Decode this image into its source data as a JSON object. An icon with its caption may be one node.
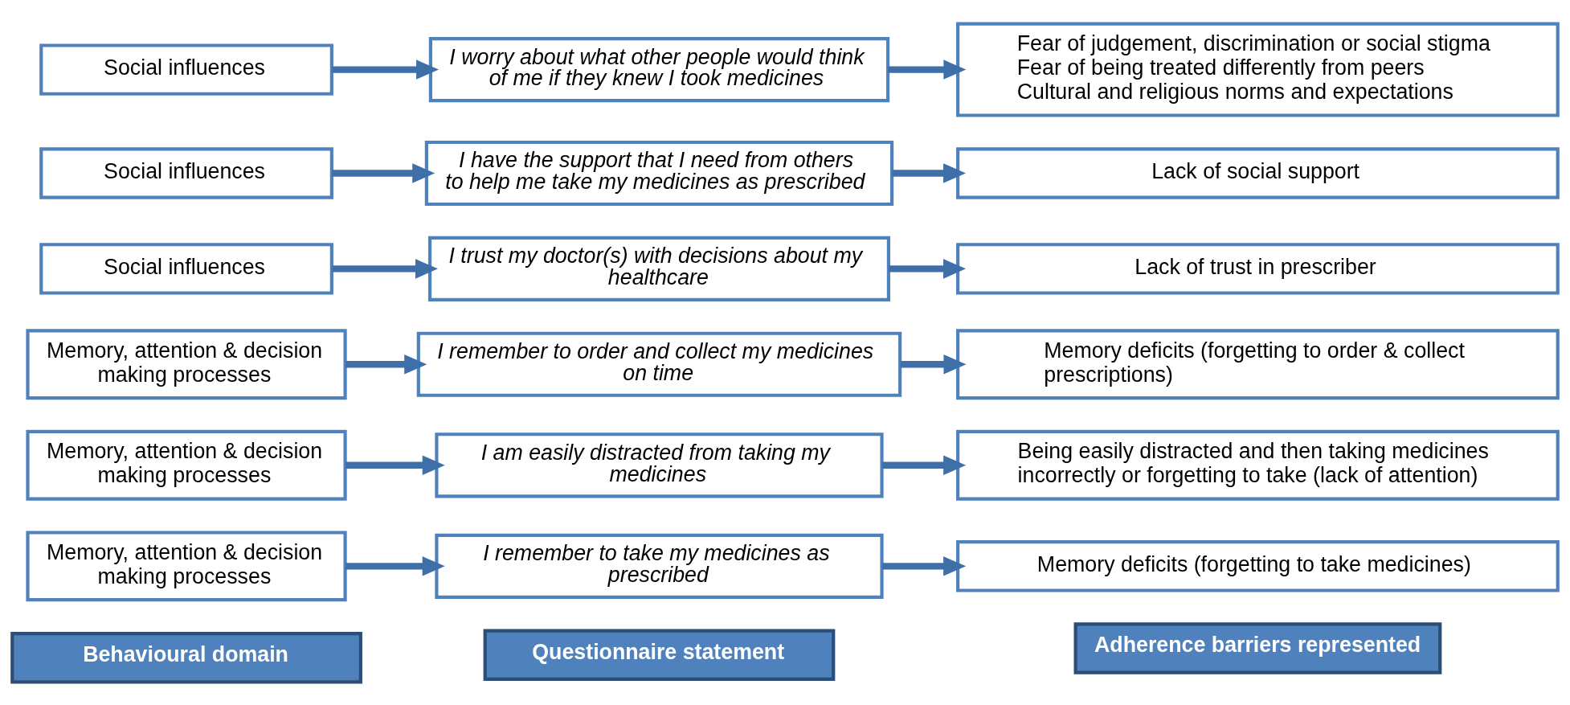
{
  "diagram": {
    "nodes": [
      {
        "text": [
          "Behavioural domain"
        ]
      },
      {
        "text": [
          "Questionnaire statement"
        ]
      },
      {
        "text": [
          "Adherence barriers represented"
        ]
      },
      {
        "text": [
          "Memory, attention & decision making processes"
        ]
      },
      {
        "text": [
          "I remember to take my medicines as prescribed"
        ]
      },
      {
        "text": [
          "Memory deficits (forgetting to take medicines)"
        ]
      },
      {
        "text": [
          "Memory, attention & decision making processes"
        ]
      },
      {
        "text": [
          "I am easily distracted from taking my medicines"
        ]
      },
      {
        "text": [
          "Being easily distracted and then taking medicines incorrectly or forgetting to take (lack of attention)"
        ]
      },
      {
        "text": [
          "Memory, attention & decision making processes"
        ]
      },
      {
        "text": [
          "I remember to order and collect my medicines on time"
        ]
      },
      {
        "text": [
          "Memory deficits (forgetting to order & collect prescriptions)"
        ]
      },
      {
        "text": [
          "Social influences"
        ]
      },
      {
        "text": [
          "I trust my doctor(s) with decisions about my healthcare"
        ]
      },
      {
        "text": [
          "Lack of trust in prescriber"
        ]
      },
      {
        "text": [
          "Social influences"
        ]
      },
      {
        "text": [
          "I have the support that I need from others to help me take my medicines as prescribed"
        ]
      },
      {
        "text": [
          "Lack of social support"
        ]
      },
      {
        "text": [
          "Social influences"
        ]
      },
      {
        "text": [
          "I worry about what other people would think of me if they knew I took medicines"
        ]
      },
      {
        "text": [
          "Fear of judgement, discrimination or social stigma",
          "Fear of being treated differently from peers",
          "Cultural and religious norms and expectations"
        ]
      }
    ],
    "edges": [
      {
        "from": 3,
        "to": 4,
        "arrow": "to"
      },
      {
        "from": 4,
        "to": 5,
        "arrow": "to"
      },
      {
        "from": 6,
        "to": 7,
        "arrow": "to"
      },
      {
        "from": 7,
        "to": 8,
        "arrow": "to"
      },
      {
        "from": 9,
        "to": 10,
        "arrow": "to"
      },
      {
        "from": 10,
        "to": 11,
        "arrow": "to"
      },
      {
        "from": 12,
        "to": 13,
        "arrow": "to"
      },
      {
        "from": 13,
        "to": 14,
        "arrow": "to"
      },
      {
        "from": 15,
        "to": 16,
        "arrow": "to"
      },
      {
        "from": 16,
        "to": 17,
        "arrow": "to"
      },
      {
        "from": 18,
        "to": 19,
        "arrow": "to"
      },
      {
        "from": 19,
        "to": 20,
        "arrow": "to"
      }
    ]
  }
}
